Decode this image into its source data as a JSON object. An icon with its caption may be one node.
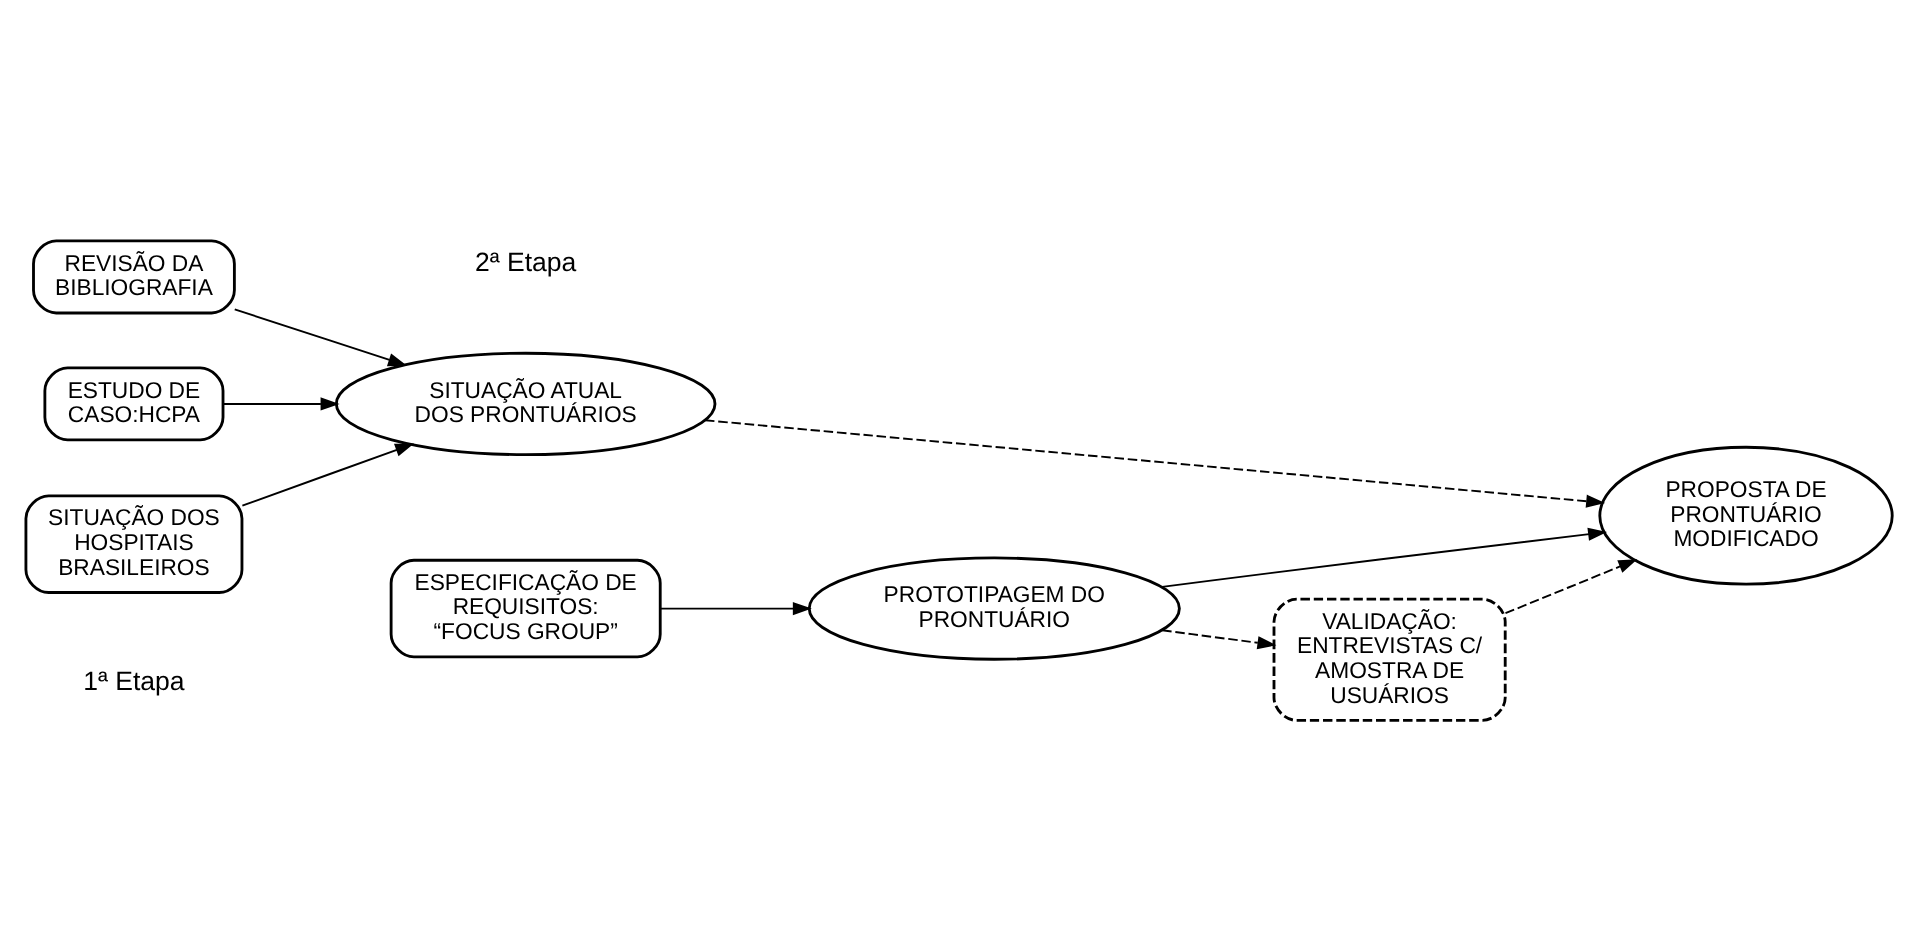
{
  "diagram": {
    "nodes": [
      {
        "text": [
          "REVISÃO DA BIBLIOGRAFIA"
        ]
      },
      {
        "text": [
          "ESTUDO DE CASO:HCPA"
        ]
      },
      {
        "text": [
          "SITUAÇÃO DOS HOSPITAIS BRASILEIROS"
        ]
      },
      {
        "text": [
          "SITUAÇÃO ATUAL DOS PRONTUÁRIOS"
        ]
      },
      {
        "text": [
          "ESPECIFICAÇÃO DE REQUISITOS: “FOCUS GROUP”"
        ]
      },
      {
        "text": [
          "PROTOTIPAGEM DO PRONTUÁRIO"
        ]
      },
      {
        "text": [
          "PROPOSTA DE PRONTUÁRIO MODIFICADO"
        ]
      },
      {
        "text": [
          "VALIDAÇÃO: ENTREVISTAS C/ AMOSTRA DE USUÁRIOS"
        ]
      }
    ],
    "edges": [
      {
        "from": 0,
        "to": 3,
        "arrow": "to"
      },
      {
        "from": 1,
        "to": 3,
        "arrow": "to"
      },
      {
        "from": 2,
        "to": 3,
        "arrow": "to"
      },
      {
        "from": 3,
        "to": 6,
        "arrow": "to",
        "style": "dashed"
      },
      {
        "from": 4,
        "to": 5,
        "arrow": "to"
      },
      {
        "from": 5,
        "to": 6,
        "arrow": "to"
      },
      {
        "from": 5,
        "to": 7,
        "arrow": "to",
        "style": "dashed"
      },
      {
        "from": 7,
        "to": 6,
        "arrow": "to",
        "style": "dashed"
      }
    ],
    "labels": [
      "2ª Etapa",
      "1ª Etapa"
    ]
  }
}
